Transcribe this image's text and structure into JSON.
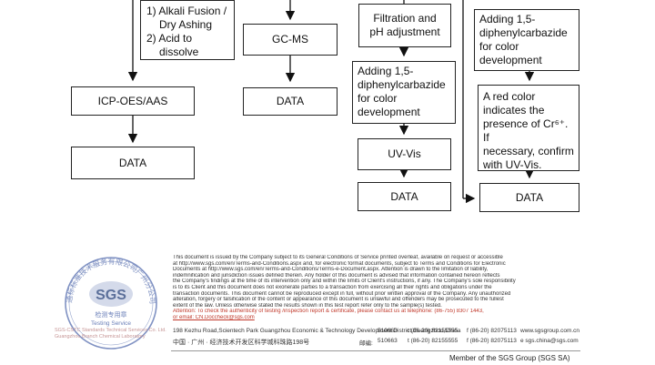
{
  "flowchart": {
    "col1_note": [
      "1) Alkali Fusion /",
      "Dry Ashing",
      "2) Acid to",
      "dissolve"
    ],
    "col1_box1": "ICP-OES/AAS",
    "col1_box2": "DATA",
    "col2_box1": "GC-MS",
    "col2_box2": "DATA",
    "col3_box1": [
      "Filtration and",
      "pH adjustment"
    ],
    "col3_box2": [
      "Adding 1,5-",
      "diphenylcarbazide",
      "for color",
      "development"
    ],
    "col3_box3": "UV-Vis",
    "col3_box4": "DATA",
    "col4_box1": [
      "Adding 1,5-",
      "diphenylcarbazide",
      "for color",
      "development"
    ],
    "col4_box2": [
      "A red color",
      "indicates the",
      "presence of Cr⁶⁺. If",
      "necessary, confirm",
      "with UV-Vis."
    ],
    "col4_box3": "DATA"
  },
  "footer": {
    "disclaimer_lines": [
      "This document is issued by the Company subject to its General Conditions of Service printed overleaf, available on request or accessible",
      "at http://www.sgs.com/en/Terms-and-Conditions.aspx and, for electronic format documents, subject to Terms and Conditions for Electronic",
      "Documents at http://www.sgs.com/en/Terms-and-Conditions/Terms-e-Document.aspx. Attention is drawn to the limitation of liability,",
      "indemnification and jurisdiction issues defined therein. Any holder of this document is advised that information contained hereon reflects",
      "the Company's findings at the time of its intervention only and within the limits of Client's instructions, if any. The Company's sole responsibility",
      "is to its Client and this document does not exonerate parties to a transaction from exercising all their rights and obligations under the",
      "transaction documents. This document cannot be reproduced except in full, without prior written approval of the Company. Any unauthorized",
      "alteration, forgery or falsification of the content or appearance of this document is unlawful and offenders may be prosecuted to the fullest",
      "extent of the law. Unless otherwise stated the results shown in this test report refer only to the sample(s) tested."
    ],
    "attention_line": "Attention: To check the authenticity of testing /inspection report & certificate, please contact us at telephone: (86-755) 8307 1443,",
    "email_line": "or email: CN.Doccheck@sgs.com",
    "address_en": "198 Kezhu Road,Scientech Park Guangzhou Economic & Technology Development District,Guangzhou,China",
    "postcode_en": "510663",
    "tel_en": "t (86-20) 82155555",
    "fax_en": "f (86-20) 82075113",
    "web": "www.sgsgroup.com.cn",
    "address_cn": "中国 · 广州 · 经济技术开发区科学城科珠路198号",
    "postcode_cn_label": "邮编:",
    "postcode_cn": "510663",
    "tel_cn": "t (86-20) 82155555",
    "fax_cn": "f (86-20) 82075113",
    "email_contact": "e sgs.china@sgs.com",
    "member": "Member of the SGS Group (SGS SA)"
  },
  "stamp": {
    "logo_text": "SGS",
    "service_cn": "检测专用章",
    "service_en": "Testing Service",
    "ring_text": "通标标准技术服务有限公司广州分公司",
    "bottom_text": "SGS-CSTC Standards Technical Services Co. Ltd. Guangzhou Branch Chemical Laboratory"
  },
  "colors": {
    "stamp_blue": "#6a7fb8",
    "attention_red": "#c0392b"
  }
}
